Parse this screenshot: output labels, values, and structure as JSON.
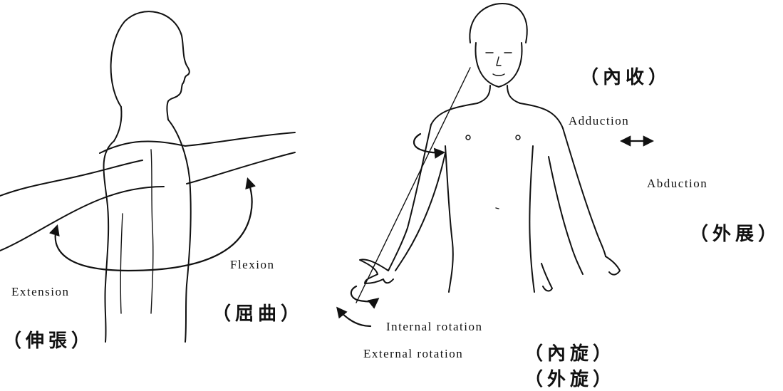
{
  "labels": {
    "extension_en": "Extension",
    "extension_zh": "（伸張）",
    "flexion_en": "Flexion",
    "flexion_zh": "（屈曲）",
    "adduction_en": "Adduction",
    "adduction_zh": "（內收）",
    "abduction_en": "Abduction",
    "abduction_zh": "（外展）",
    "internal_rotation_en": "Internal rotation",
    "internal_rotation_zh": "（內旋）",
    "external_rotation_en": "External rotation",
    "external_rotation_zh": "（外旋）"
  }
}
